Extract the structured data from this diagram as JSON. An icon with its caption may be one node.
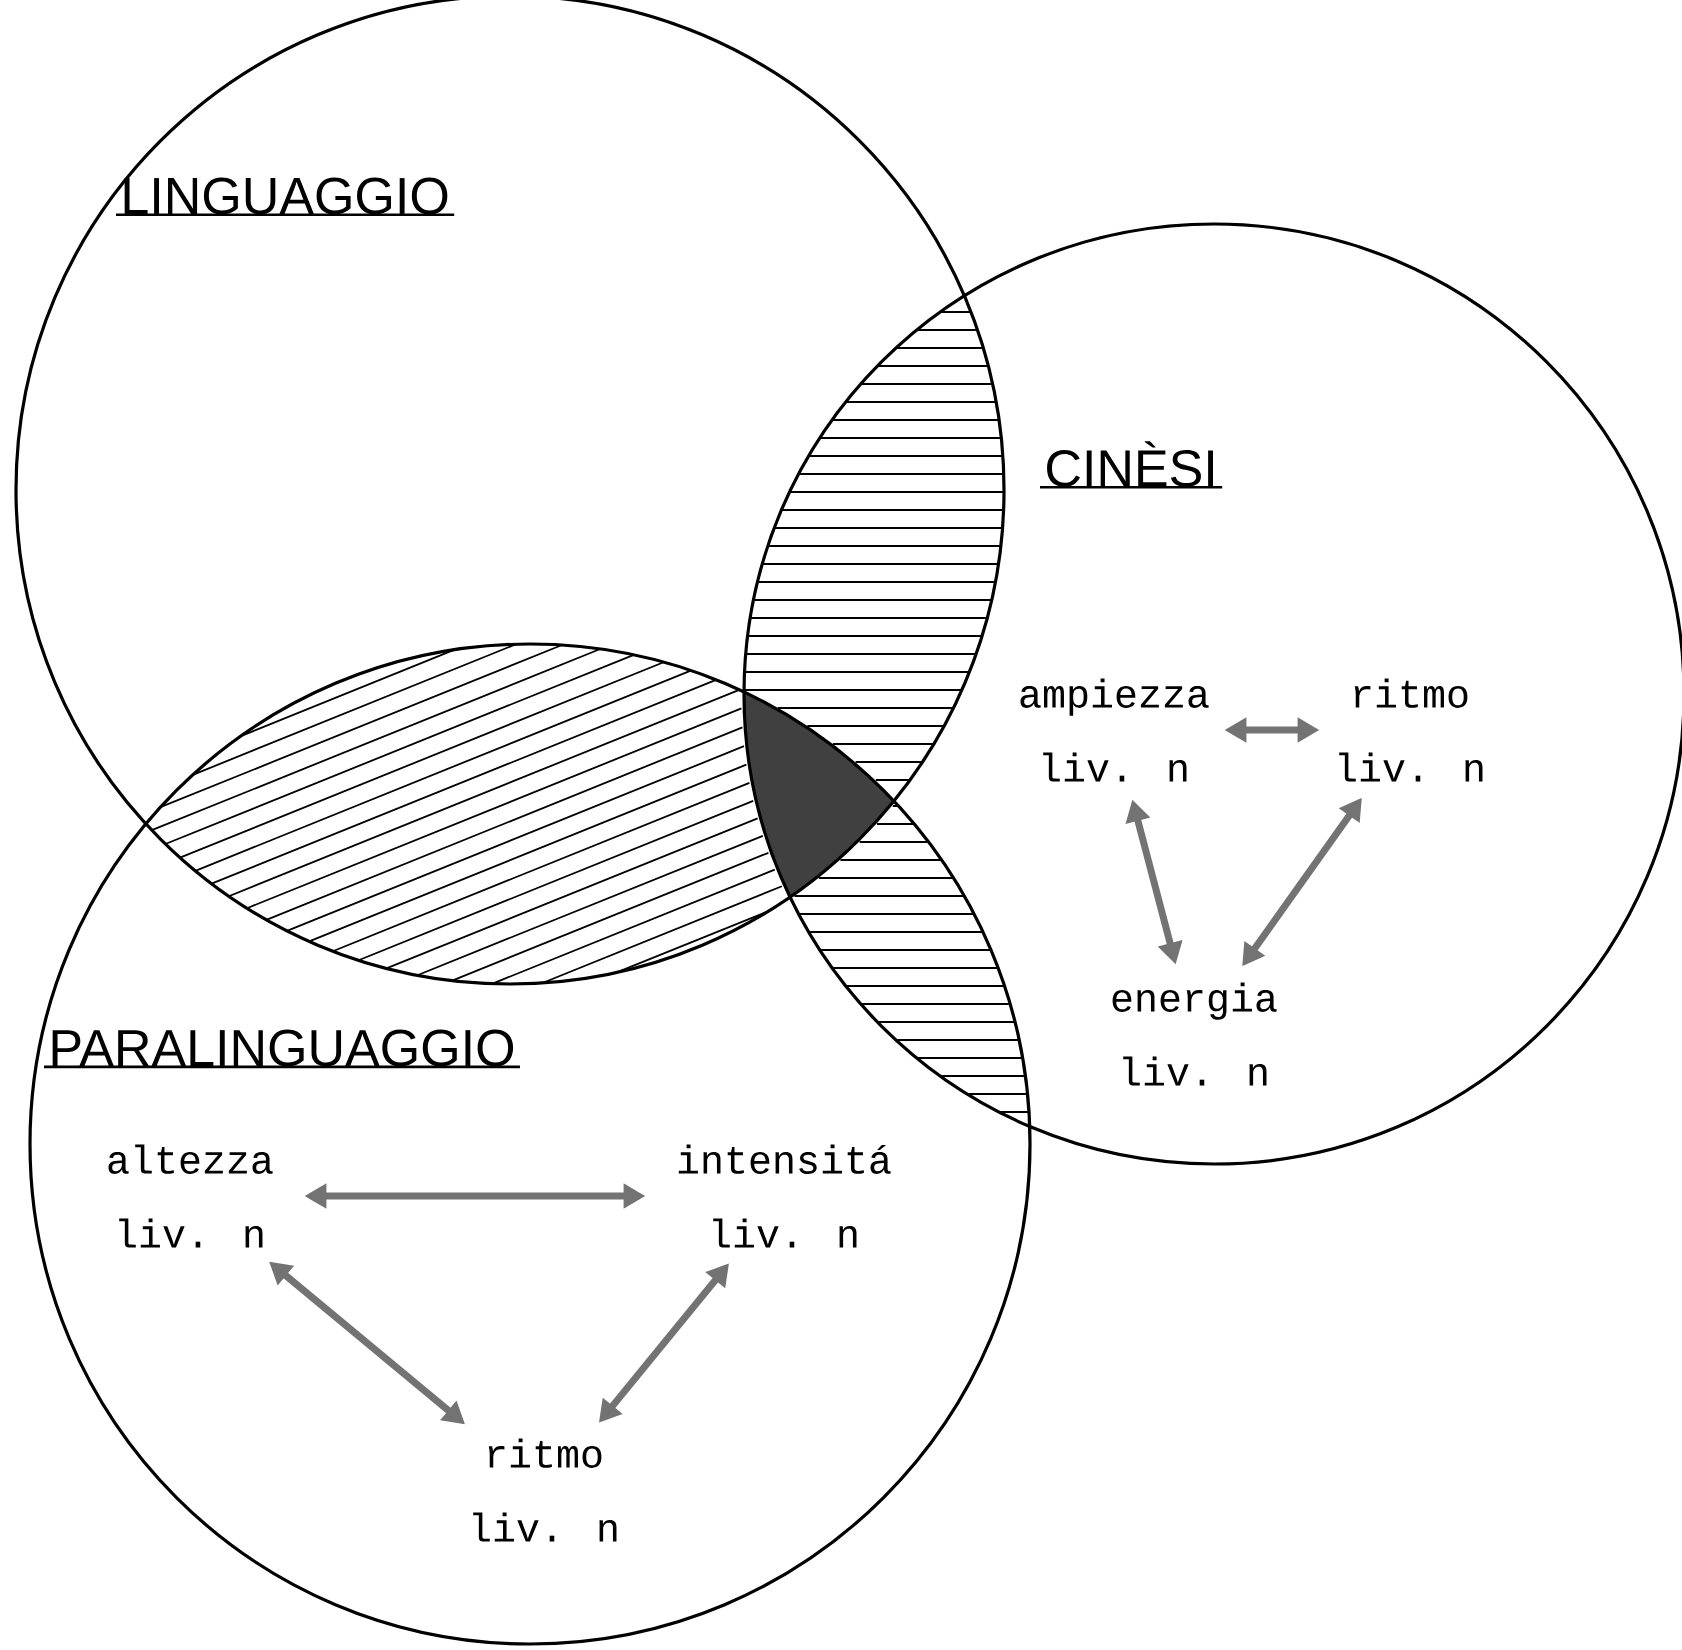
{
  "diagram": {
    "nodes": [
      {
        "text": [
          "LINGUAGGIO"
        ]
      },
      {
        "text": [
          "CINÈSI"
        ]
      },
      {
        "text": [
          "PARALINGUAGGIO"
        ]
      },
      {
        "text": [
          "ampiezza",
          "liv. n"
        ],
        "in": 1
      },
      {
        "text": [
          "ritmo",
          "liv. n"
        ],
        "in": 1
      },
      {
        "text": [
          "energia",
          "liv. n"
        ],
        "in": 1
      },
      {
        "text": [
          "altezza",
          "liv. n"
        ],
        "in": 2
      },
      {
        "text": [
          "intensitá",
          "liv. n"
        ],
        "in": 2
      },
      {
        "text": [
          "ritmo",
          "liv. n"
        ],
        "in": 2
      },
      {
        "text": [],
        "shape": "lens"
      },
      {
        "text": [],
        "shape": "lens"
      },
      {
        "text": [],
        "shape": "lens"
      },
      {
        "text": [],
        "shape": "triangle"
      }
    ],
    "edges": [
      {
        "from": 3,
        "to": 4,
        "arrow": "both"
      },
      {
        "from": 3,
        "to": 5,
        "arrow": "both"
      },
      {
        "from": 4,
        "to": 5,
        "arrow": "both"
      },
      {
        "from": 6,
        "to": 7,
        "arrow": "both"
      },
      {
        "from": 6,
        "to": 8,
        "arrow": "both"
      },
      {
        "from": 7,
        "to": 8,
        "arrow": "both"
      }
    ]
  }
}
